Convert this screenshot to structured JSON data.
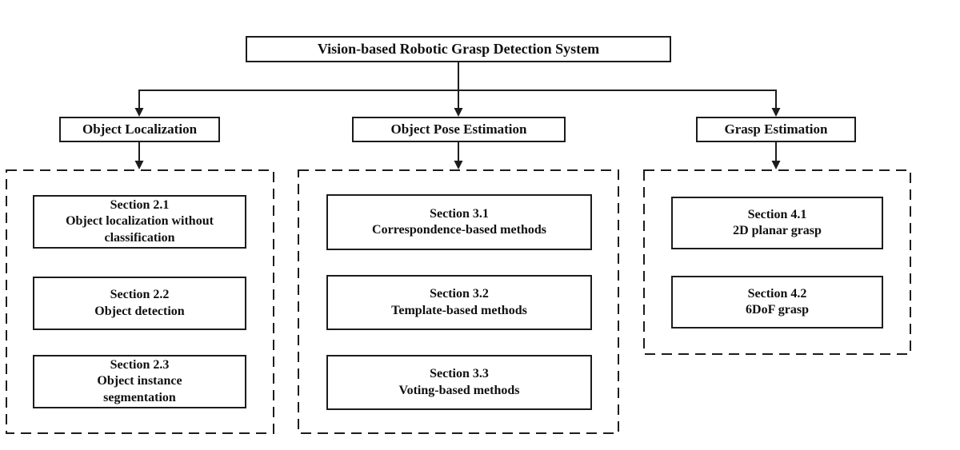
{
  "diagram": {
    "root": {
      "label": "Vision-based Robotic Grasp Detection System"
    },
    "branches": [
      {
        "label": "Object Localization",
        "sections": [
          {
            "title": "Section 2.1",
            "subtitle": "Object localization without\nclassification"
          },
          {
            "title": "Section 2.2",
            "subtitle": "Object detection"
          },
          {
            "title": "Section 2.3",
            "subtitle": "Object instance\nsegmentation"
          }
        ]
      },
      {
        "label": "Object Pose Estimation",
        "sections": [
          {
            "title": "Section 3.1",
            "subtitle": "Correspondence-based methods"
          },
          {
            "title": "Section 3.2",
            "subtitle": "Template-based methods"
          },
          {
            "title": "Section 3.3",
            "subtitle": "Voting-based methods"
          }
        ]
      },
      {
        "label": "Grasp Estimation",
        "sections": [
          {
            "title": "Section 4.1",
            "subtitle": "2D planar grasp"
          },
          {
            "title": "Section 4.2",
            "subtitle": "6DoF grasp"
          }
        ]
      }
    ],
    "colors": {
      "background": "#ffffff",
      "line": "#1c1c1c",
      "box_border": "#1c1c1c",
      "text": "#101010"
    }
  }
}
